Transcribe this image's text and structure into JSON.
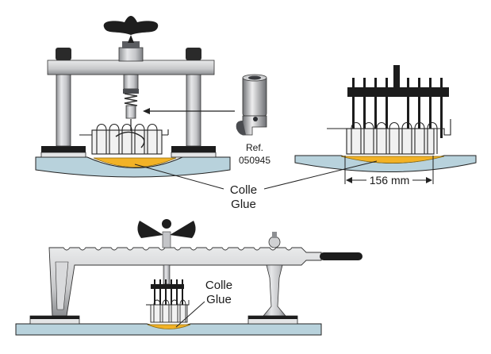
{
  "labels": {
    "ref_line1": "Ref.",
    "ref_line2": "050945",
    "glue_fr": "Colle",
    "glue_en": "Glue",
    "glue_fr_bottom": "Colle",
    "glue_en_bottom": "Glue",
    "dimension": "156 mm"
  },
  "colors": {
    "metal_light": "#d9dadc",
    "metal_mid": "#a9abae",
    "metal_dark": "#5b5d61",
    "black": "#1c1c1c",
    "panel": "#b8d2dc",
    "glue": "#f2b226",
    "line": "#222222"
  }
}
